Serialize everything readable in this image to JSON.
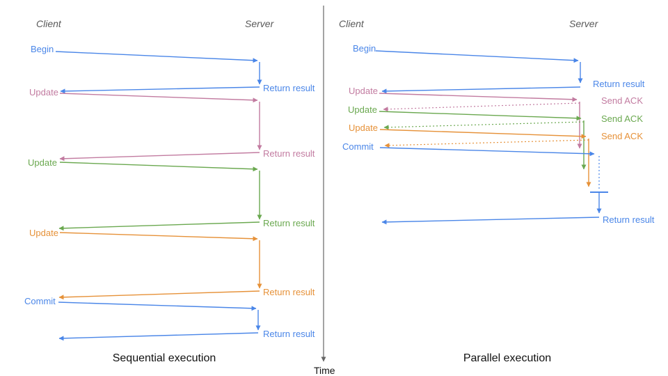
{
  "palette": {
    "blue": "#4a86e8",
    "pink": "#c27ba0",
    "green": "#6aa84f",
    "orange": "#e69138",
    "actor_gray": "#595959",
    "axis_gray": "#666666",
    "title_black": "#111111"
  },
  "divider": {
    "time_label": "Time"
  },
  "left_panel": {
    "title": "Sequential execution",
    "client_label": "Client",
    "server_label": "Server",
    "operations": [
      {
        "request": "Begin",
        "response": "Return result",
        "color": "blue"
      },
      {
        "request": "Update",
        "response": "Return result",
        "color": "pink"
      },
      {
        "request": "Update",
        "response": "Return result",
        "color": "green"
      },
      {
        "request": "Update",
        "response": "Return result",
        "color": "orange"
      },
      {
        "request": "Commit",
        "response": "Return result",
        "color": "blue"
      }
    ]
  },
  "right_panel": {
    "title": "Parallel execution",
    "client_label": "Client",
    "server_label": "Server",
    "operations": [
      {
        "request": "Begin",
        "response": "Return result",
        "color": "blue"
      },
      {
        "request": "Update",
        "response": "Send ACK",
        "color": "pink"
      },
      {
        "request": "Update",
        "response": "Send ACK",
        "color": "green"
      },
      {
        "request": "Update",
        "response": "Send ACK",
        "color": "orange"
      },
      {
        "request": "Commit",
        "response": "Return result",
        "color": "blue"
      }
    ]
  }
}
